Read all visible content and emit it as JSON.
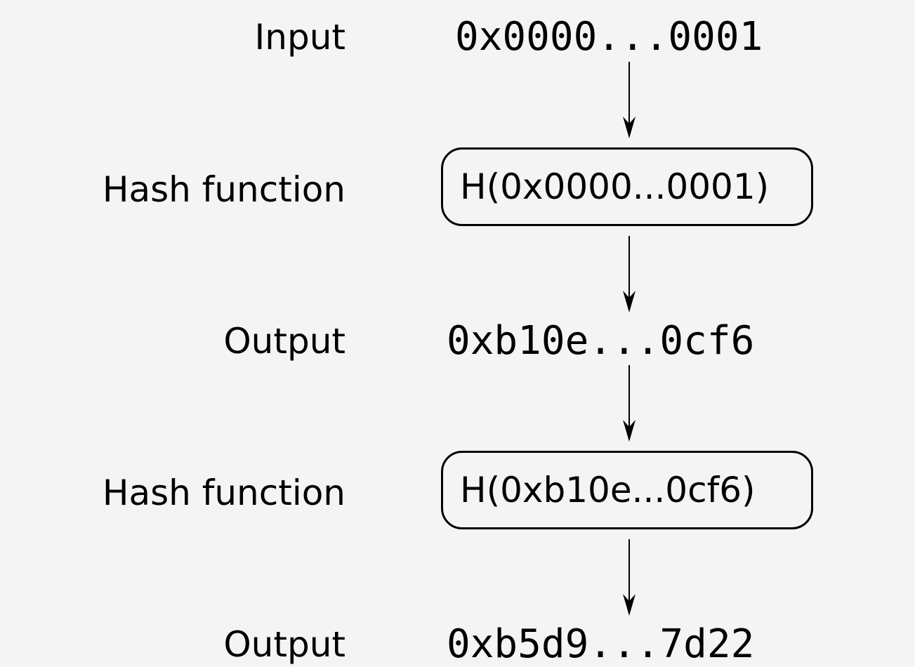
{
  "rows": [
    {
      "label": "Input",
      "value": "0x0000...0001"
    },
    {
      "label": "Hash function",
      "value": "H(0x0000...0001)"
    },
    {
      "label": "Output",
      "value": "0xb10e...0cf6"
    },
    {
      "label": "Hash function",
      "value": "H(0xb10e...0cf6)"
    },
    {
      "label": "Output",
      "value": "0xb5d9...7d22"
    }
  ],
  "colors": {
    "background": "#f4f4f4",
    "stroke": "#000000"
  }
}
